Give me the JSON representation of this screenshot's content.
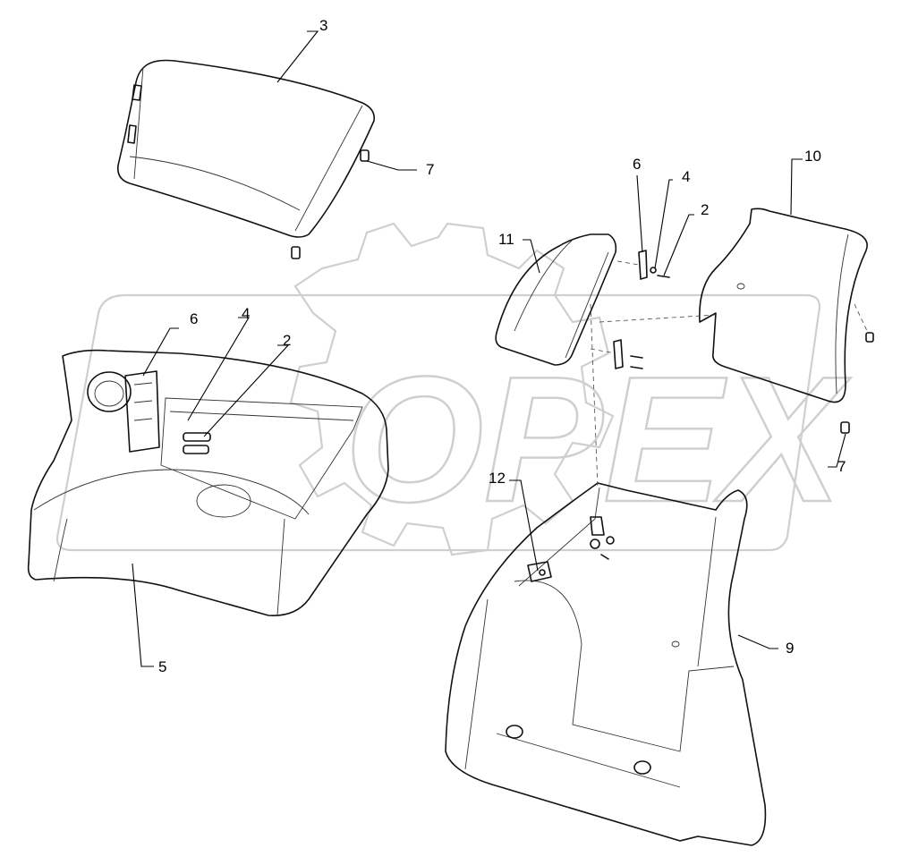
{
  "watermark": {
    "text": "OPEX",
    "type": "logo"
  },
  "callouts": [
    {
      "id": "c3a",
      "label": "3"
    },
    {
      "id": "c7a",
      "label": "7"
    },
    {
      "id": "c6a",
      "label": "6"
    },
    {
      "id": "c4a",
      "label": "4"
    },
    {
      "id": "c2a",
      "label": "2"
    },
    {
      "id": "c5",
      "label": "5"
    },
    {
      "id": "c6b",
      "label": "6"
    },
    {
      "id": "c4b",
      "label": "4"
    },
    {
      "id": "c2b",
      "label": "2"
    },
    {
      "id": "c10",
      "label": "10"
    },
    {
      "id": "c11",
      "label": "11"
    },
    {
      "id": "c7b",
      "label": "7"
    },
    {
      "id": "c12",
      "label": "12"
    },
    {
      "id": "c9",
      "label": "9"
    }
  ]
}
